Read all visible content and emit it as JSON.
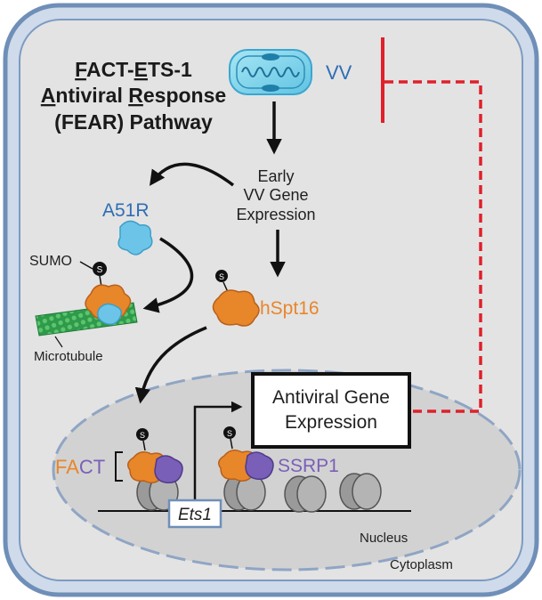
{
  "title": {
    "line1": {
      "initial1": "F",
      "rest1": "ACT-",
      "initial2": "E",
      "rest2": "TS-1"
    },
    "line2": {
      "initial1": "A",
      "rest1": "ntiviral ",
      "initial2": "R",
      "rest2": "esponse"
    },
    "line3": "(FEAR) Pathway"
  },
  "labels": {
    "vv": "VV",
    "early_expression": [
      "Early",
      "VV Gene",
      "Expression"
    ],
    "a51r": "A51R",
    "sumo": "SUMO",
    "sumo_badge": "S",
    "microtubule": "Microtubule",
    "hspt16": "hSpt16",
    "antiviral_box": [
      "Antiviral Gene",
      "Expression"
    ],
    "fact_fa": "FA",
    "fact_ct": "CT",
    "ssrp1": "SSRP1",
    "ets1": "Ets1",
    "nucleus": "Nucleus",
    "cytoplasm": "Cytoplasm"
  },
  "colors": {
    "cell_membrane": "#6f8fb8",
    "cytoplasm_fill": "#e3e3e3",
    "nucleus_fill": "#d2d2d2",
    "nucleus_border": "#8fa5c4",
    "virus_blue": "#2f6db5",
    "hspt16_orange": "#e8862a",
    "ssrp1_purple": "#7a5fb8",
    "inhibition_red": "#e0202a",
    "a51r_cyan": "#6cc5e8",
    "microtubule_green": "#2e9a4a"
  }
}
